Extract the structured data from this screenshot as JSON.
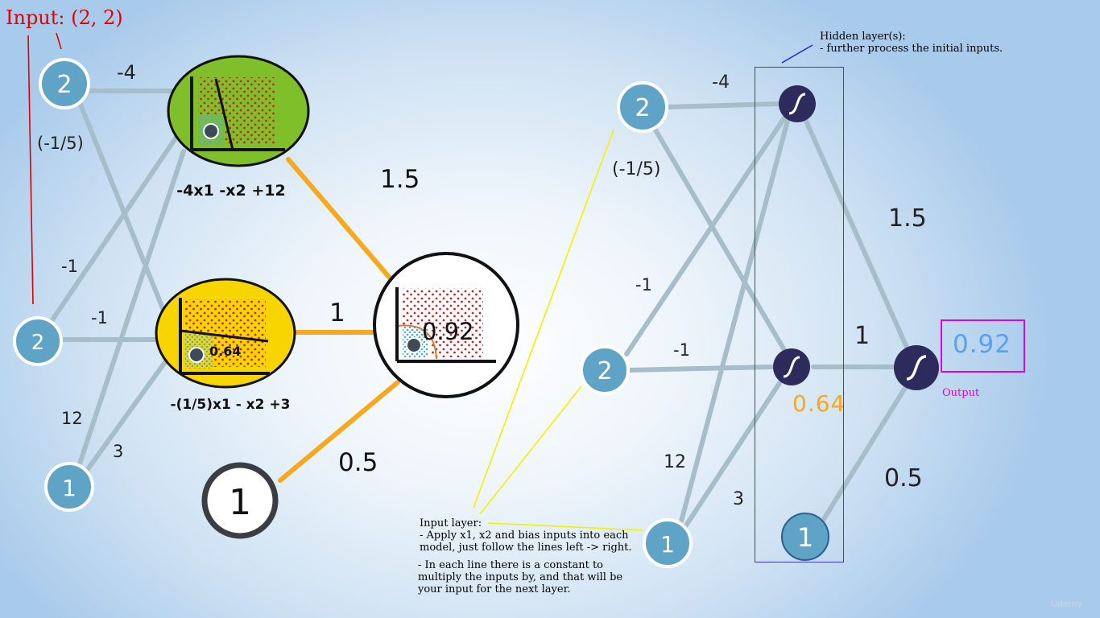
{
  "title": "Input: (2, 2)",
  "left_network": {
    "inputs": [
      "2",
      "2",
      "1"
    ],
    "weights": [
      "-4",
      "(-1/5)",
      "-1",
      "-1",
      "12",
      "3"
    ],
    "models": [
      {
        "equation": "-4x1 -x2 +12"
      },
      {
        "equation": "-(1/5)x1 - x2 +3",
        "value": "0.64"
      }
    ],
    "output_weights": [
      "1.5",
      "1",
      "0.5"
    ],
    "bias": "1",
    "output_value": "0.92"
  },
  "right_network": {
    "inputs": [
      "2",
      "2",
      "1"
    ],
    "weights": [
      "-4",
      "(-1/5)",
      "-1",
      "-1",
      "12",
      "3"
    ],
    "output_weights": [
      "1.5",
      "1",
      "0.5"
    ],
    "hidden_value": "0.64",
    "bias": "1",
    "output_value": "0.92",
    "output_label": "Output"
  },
  "annotations": {
    "hidden_layer": "Hidden layer(s):\n- further process the initial inputs.",
    "input_layer": "Input layer:\n- Apply x1, x2 and bias inputs into each\nmodel, just follow the lines left -> right.",
    "constant_note": "- In each line there is a constant to\nmultiply the inputs by, and that will be\nyour input for the next layer."
  },
  "watermark": "Udemy",
  "colors": {
    "node_blue": "#5fa3c7",
    "edge_gray": "#a6bdca",
    "edge_orange": "#f4a91f",
    "sigmoid_navy": "#2d2a5c",
    "green_model": "#7fbf2a",
    "yellow_model": "#f8d400",
    "annotation_red": "#e00000",
    "annotation_magenta": "#e000e0",
    "annotation_blue": "#2020e0",
    "annotation_yellow": "#f2f200"
  }
}
